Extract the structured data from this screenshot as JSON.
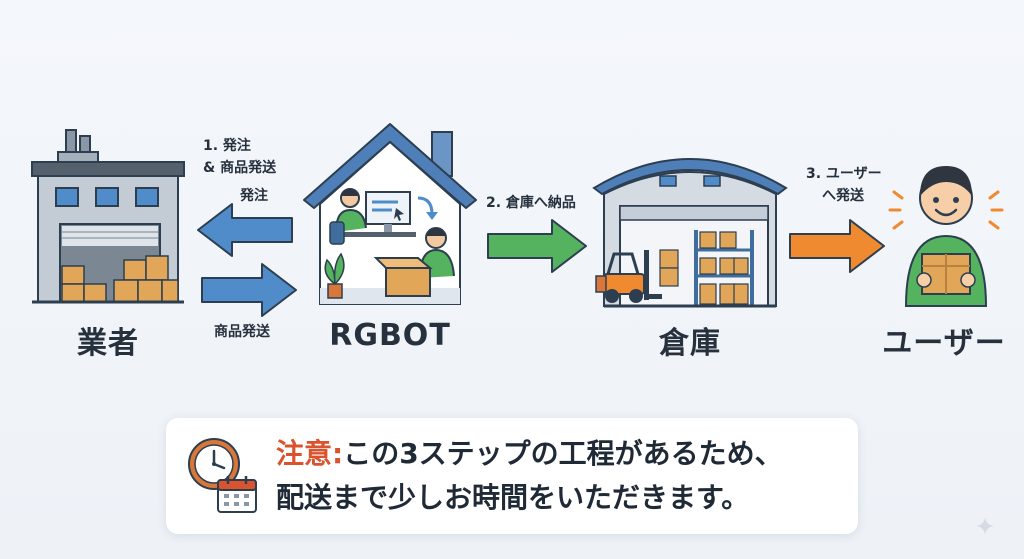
{
  "steps": {
    "supplier": {
      "label": "業者"
    },
    "rgbot": {
      "label": "RGBOT"
    },
    "warehouse": {
      "label": "倉庫"
    },
    "user": {
      "label": "ユーザー"
    }
  },
  "arrows": {
    "step1_line1": "1. 発注",
    "step1_line2": "& 商品発送",
    "order": "発注",
    "ship_goods": "商品発送",
    "step2": "2. 倉庫へ納品",
    "step3_line1": "3. ユーザー",
    "step3_line2": "へ発送"
  },
  "note": {
    "heading": "注意:",
    "line1": "この3ステップの工程があるため、",
    "line2": "配送まで少しお時間をいただきます。"
  },
  "colors": {
    "blue_arrow": "#4f8cc9",
    "green_arrow": "#55b35f",
    "orange_arrow": "#f08a30",
    "note_heading": "#d9532e",
    "outline": "#2c3e50"
  },
  "icons": [
    "factory-icon",
    "house-icon",
    "warehouse-icon",
    "person-icon",
    "clock-icon",
    "calendar-icon",
    "forklift-icon",
    "sparkle-icon"
  ]
}
